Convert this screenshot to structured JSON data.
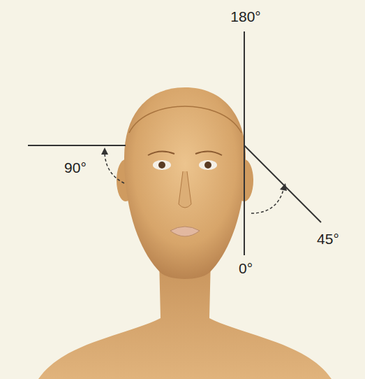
{
  "diagram": {
    "labels": [
      "180°",
      "90°",
      "45°",
      "0°"
    ]
  }
}
